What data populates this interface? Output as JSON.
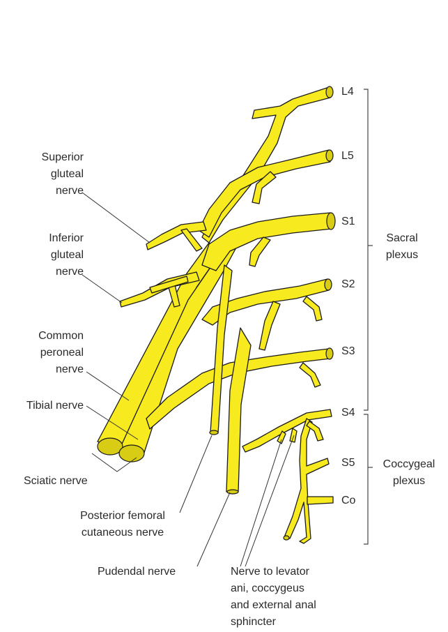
{
  "labels": {
    "superior_gluteal": [
      "Superior",
      "gluteal",
      "nerve"
    ],
    "inferior_gluteal": [
      "Inferior",
      "gluteal",
      "nerve"
    ],
    "common_peroneal": [
      "Common",
      "peroneal",
      "nerve"
    ],
    "tibial": "Tibial nerve",
    "sciatic": "Sciatic nerve",
    "posterior_femoral": [
      "Posterior femoral",
      "cutaneous nerve"
    ],
    "pudendal": "Pudendal nerve",
    "levator": [
      "Nerve to levator",
      "ani, coccygeus",
      "and external anal",
      "sphincter"
    ],
    "sacral_plexus": [
      "Sacral",
      "plexus"
    ],
    "coccygeal_plexus": [
      "Coccygeal",
      "plexus"
    ]
  },
  "roots": [
    "L4",
    "L5",
    "S1",
    "S2",
    "S3",
    "S4",
    "S5",
    "Co"
  ],
  "colors": {
    "nerve": "#f7ea1e",
    "outline": "#1a1a1a",
    "text": "#2a2a2a"
  }
}
